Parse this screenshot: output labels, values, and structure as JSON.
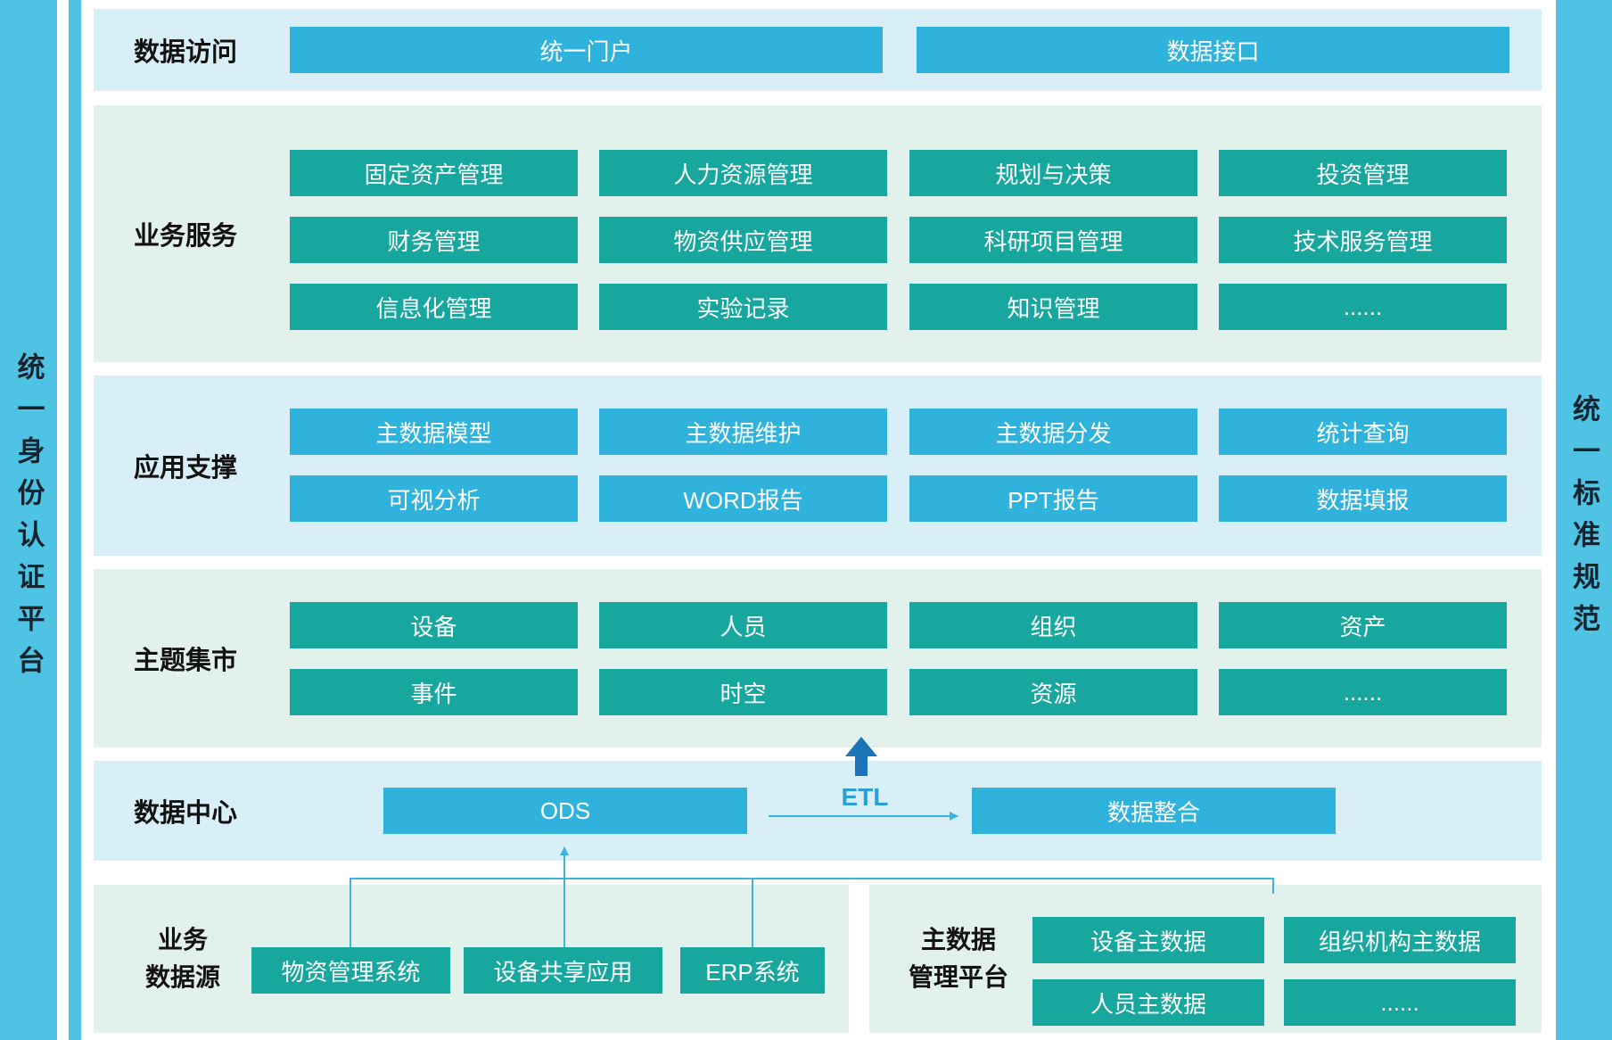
{
  "sidebars": {
    "left": "统一身份认证平台",
    "right": "统一标准规范"
  },
  "rows": {
    "data_access": {
      "label": "数据访问",
      "buttons": [
        "统一门户",
        "数据接口"
      ]
    },
    "business_services": {
      "label": "业务服务",
      "buttons": [
        "固定资产管理",
        "人力资源管理",
        "规划与决策",
        "投资管理",
        "财务管理",
        "物资供应管理",
        "科研项目管理",
        "技术服务管理",
        "信息化管理",
        "实验记录",
        "知识管理",
        "......"
      ]
    },
    "app_support": {
      "label": "应用支撑",
      "buttons": [
        "主数据模型",
        "主数据维护",
        "主数据分发",
        "统计查询",
        "可视分析",
        "WORD报告",
        "PPT报告",
        "数据填报"
      ]
    },
    "subject_mart": {
      "label": "主题集市",
      "buttons": [
        "设备",
        "人员",
        "组织",
        "资产",
        "事件",
        "时空",
        "资源",
        "......"
      ]
    },
    "data_center": {
      "label": "数据中心",
      "ods": "ODS",
      "etl": "ETL",
      "integration": "数据整合"
    }
  },
  "bottom": {
    "business_sources": {
      "label_line1": "业务",
      "label_line2": "数据源",
      "buttons": [
        "物资管理系统",
        "设备共享应用",
        "ERP系统"
      ]
    },
    "mdm": {
      "label_line1": "主数据",
      "label_line2": "管理平台",
      "buttons": [
        "设备主数据",
        "组织机构主数据",
        "人员主数据",
        "......"
      ]
    }
  },
  "colors": {
    "sidebar_band": "#4fc3e4",
    "row_blue_bg": "#d9eff8",
    "row_green_bg": "#e3f1ec",
    "button_blue": "#2fb3dc",
    "button_teal": "#18a79f",
    "connector": "#3cb4dd",
    "etl_text": "#2b9fd6",
    "block_arrow": "#1c74b8"
  }
}
